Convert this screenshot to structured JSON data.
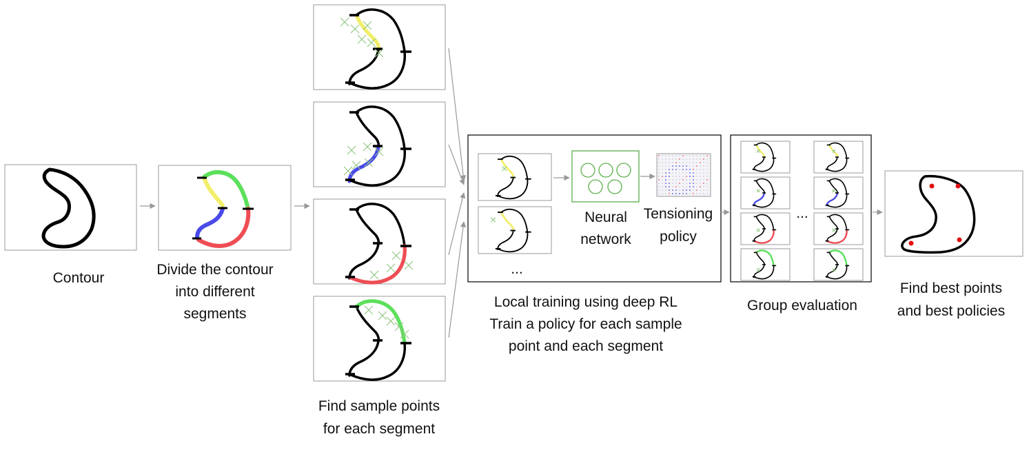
{
  "labels": {
    "contour": "Contour",
    "divide_l1": "Divide the contour",
    "divide_l2": "into different",
    "divide_l3": "segments",
    "sample_l1": "Find sample points",
    "sample_l2": "for each segment",
    "neural_l1": "Neural",
    "neural_l2": "network",
    "tension_l1": "Tensioning",
    "tension_l2": "policy",
    "ellipsis_train": "...",
    "local_l1": "Local training using deep RL",
    "local_l2": "Train a policy for each sample",
    "local_l3": "point and each segment",
    "group_eval": "Group evaluation",
    "ellipsis_group": "...",
    "best_l1": "Find best points",
    "best_l2": "and best policies"
  },
  "colors": {
    "contour": "#000000",
    "seg_yellow": "#f2ee6a",
    "seg_green": "#5ce05c",
    "seg_blue": "#4a4ae8",
    "seg_red": "#ee4d55",
    "sample_x": "#8cc47e",
    "best_point": "#e01010",
    "network_box": "#5aae4a",
    "arrow": "#999999"
  },
  "icons": {
    "sample_marker": "x-mark-icon",
    "neuron": "neuron-circle-icon",
    "policy_map": "policy-heatmap-icon"
  }
}
